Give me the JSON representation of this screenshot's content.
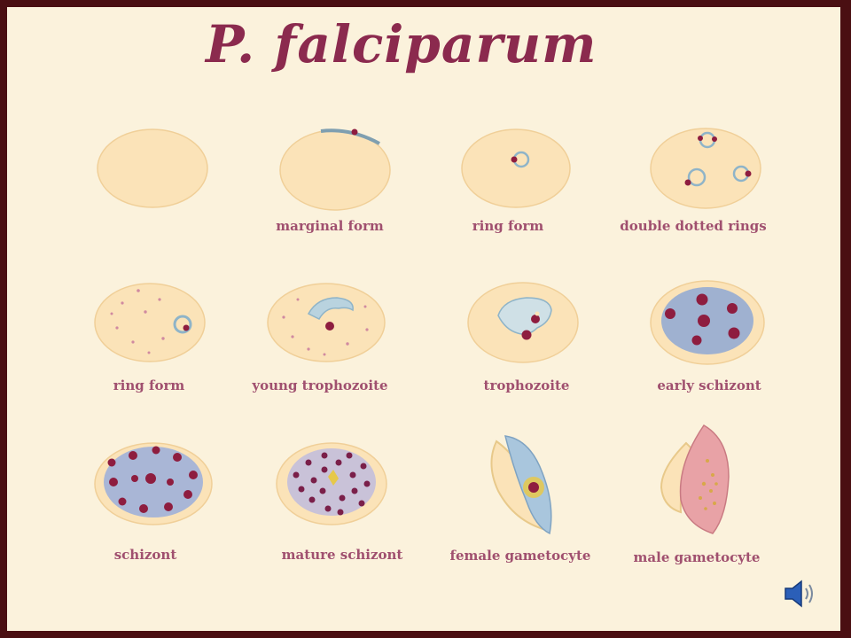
{
  "title": "P. falciparum",
  "colors": {
    "frame": "#4a0f12",
    "background": "#fbf2dc",
    "title": "#8b2a4e",
    "caption": "#a0506f",
    "rbc": "#fbe3b8",
    "parasite_chromatin": "#8e1d3f",
    "parasite_cytoplasm": "#9fc3d8"
  },
  "stages": {
    "s1": "",
    "s2": "marginal form",
    "s3": "ring form",
    "s4": "double dotted rings",
    "s5": "ring form",
    "s6": "young trophozoite",
    "s7": "trophozoite",
    "s8": "early schizont",
    "s9": "schizont",
    "s10": "mature schizont",
    "s11": "female gametocyte",
    "s12": "male gametocyte"
  },
  "icons": {
    "speaker": "speaker-icon"
  }
}
